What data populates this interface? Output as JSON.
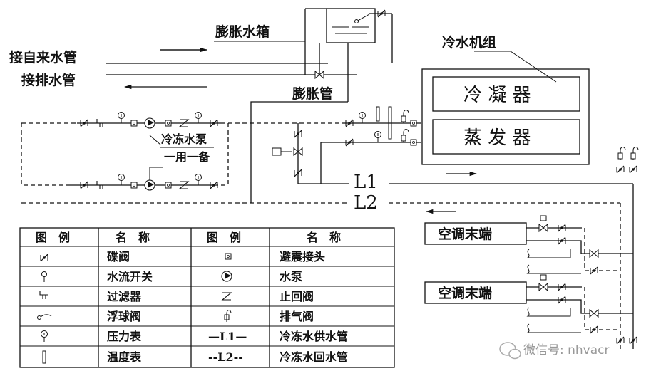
{
  "labels": {
    "tap_water": "接自来水管",
    "drain": "接排水管",
    "expansion_tank": "膨胀水箱",
    "expansion_pipe": "膨胀管",
    "chiller": "冷水机组",
    "condenser": "冷 凝 器",
    "evaporator": "蒸 发 器",
    "pump_note_1": "冷冻水泵",
    "pump_note_2": "一用一备",
    "l1": "L1",
    "l2": "L2",
    "terminal_1": "空调末端",
    "terminal_2": "空调末端",
    "watermark": "微信号: nhvacr"
  },
  "legend": {
    "headers": [
      "图　例",
      "名　称",
      "图　例",
      "名　称"
    ],
    "rows": [
      {
        "icon_left": "butterfly-valve-icon",
        "name_left": "碟阀",
        "icon_right": "vibration-joint-icon",
        "name_right": "避震接头"
      },
      {
        "icon_left": "flow-switch-icon",
        "name_left": "水流开关",
        "icon_right": "water-pump-icon",
        "name_right": "水泵"
      },
      {
        "icon_left": "strainer-icon",
        "name_left": "过滤器",
        "icon_right": "check-valve-icon",
        "name_right": "止回阀"
      },
      {
        "icon_left": "float-valve-icon",
        "name_left": "浮球阀",
        "icon_right": "air-vent-icon",
        "name_right": "排气阀"
      },
      {
        "icon_left": "pressure-gauge-icon",
        "name_left": "压力表",
        "symbol_right": "—L1—",
        "name_right": "冷冻水供水管"
      },
      {
        "icon_left": "thermometer-icon",
        "name_left": "温度表",
        "symbol_right": "--L2--",
        "name_right": "冷冻水回水管"
      }
    ]
  }
}
